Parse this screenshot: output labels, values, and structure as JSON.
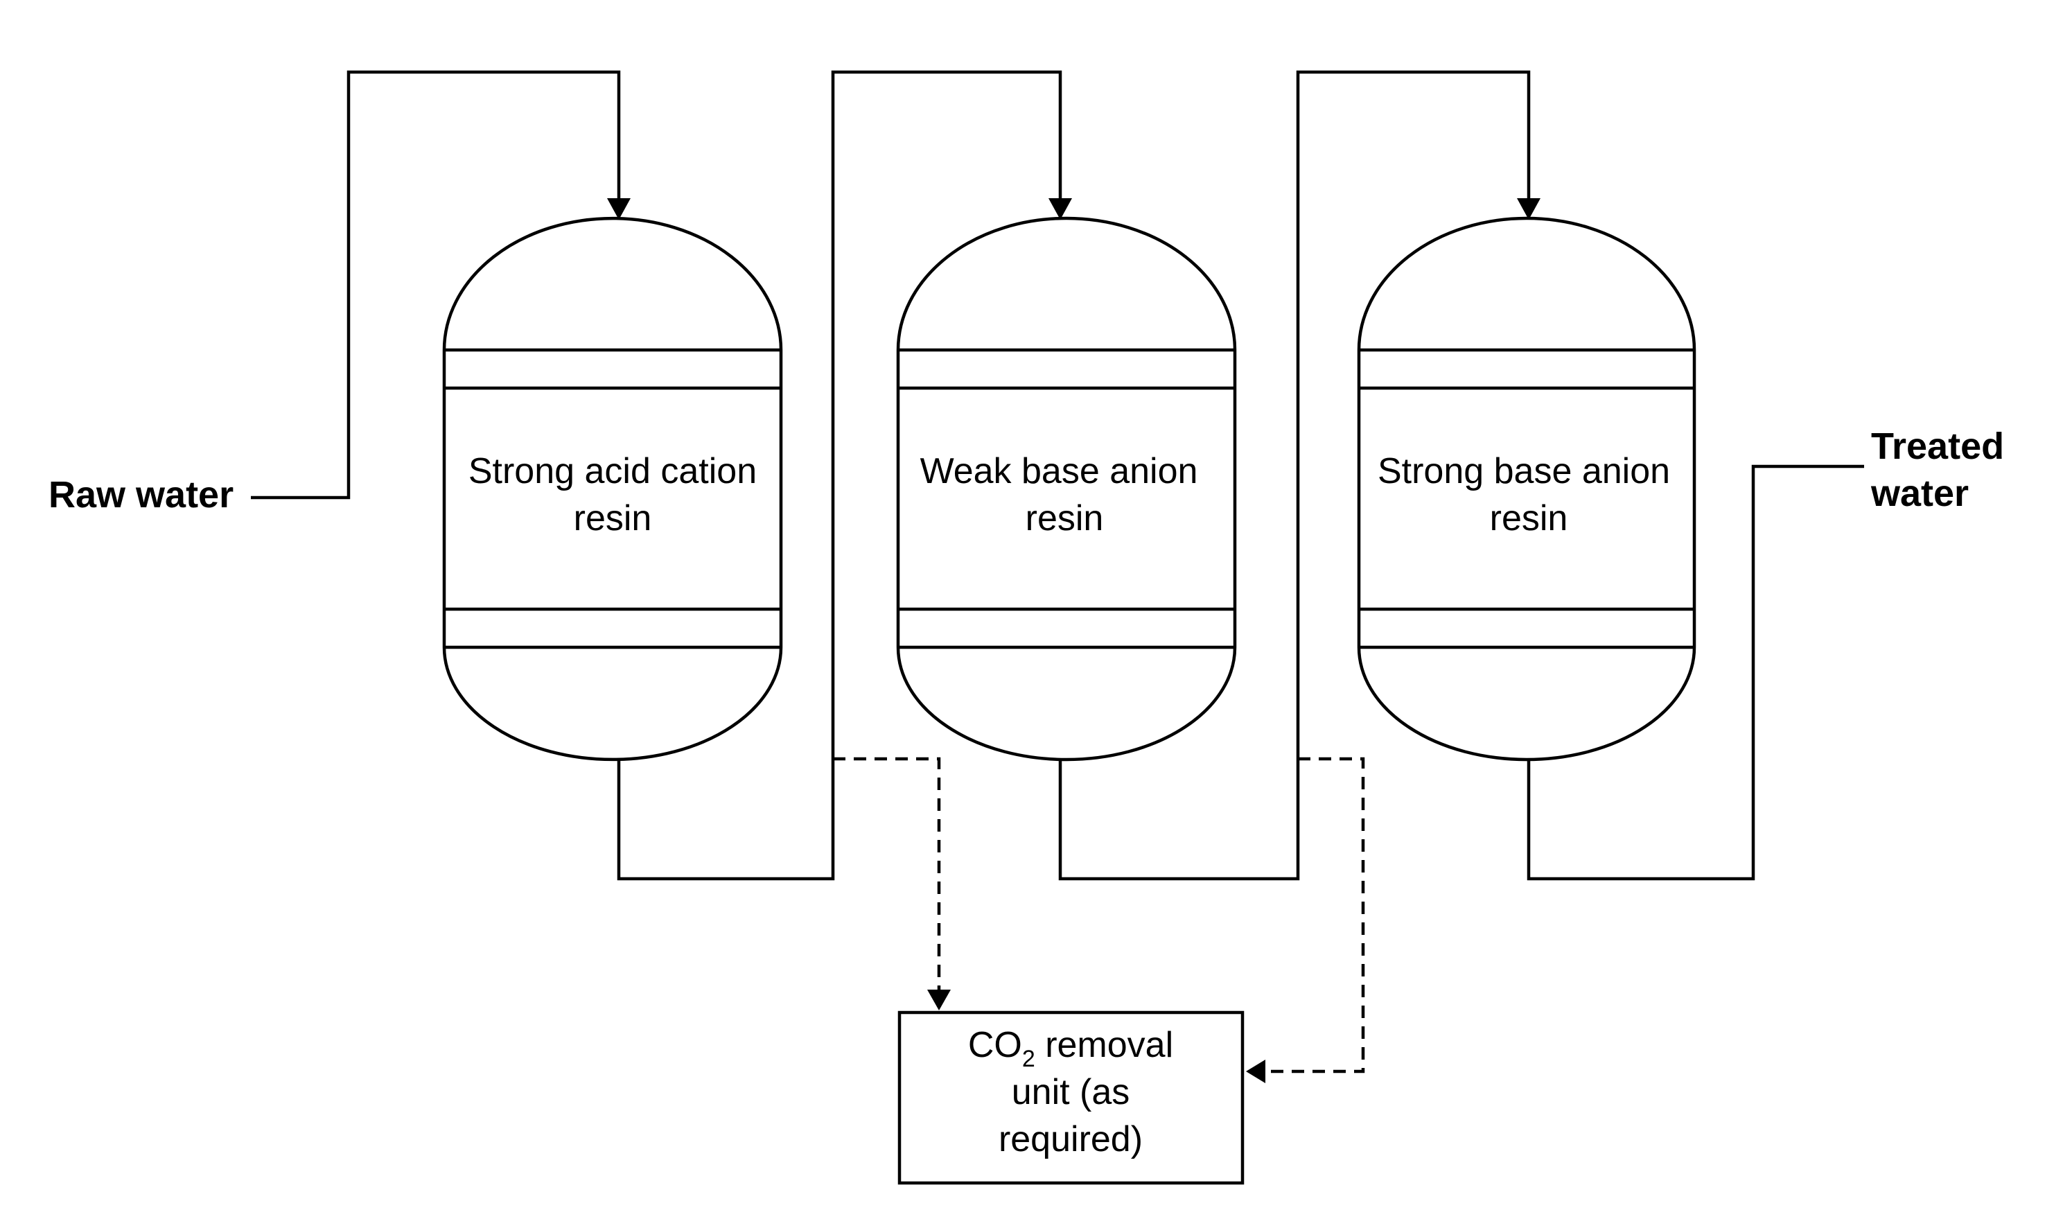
{
  "labels": {
    "raw_water": "Raw water",
    "treated_water_line1": "Treated",
    "treated_water_line2": "water"
  },
  "vessels": [
    {
      "line1": "Strong acid cation",
      "line2": "resin"
    },
    {
      "line1": "Weak base anion",
      "line2": "resin"
    },
    {
      "line1": "Strong base anion",
      "line2": "resin"
    }
  ],
  "co2_unit": {
    "line1_prefix": "CO",
    "line1_subscript": "2",
    "line1_suffix": " removal",
    "line2": "unit (as",
    "line3": "required)"
  }
}
